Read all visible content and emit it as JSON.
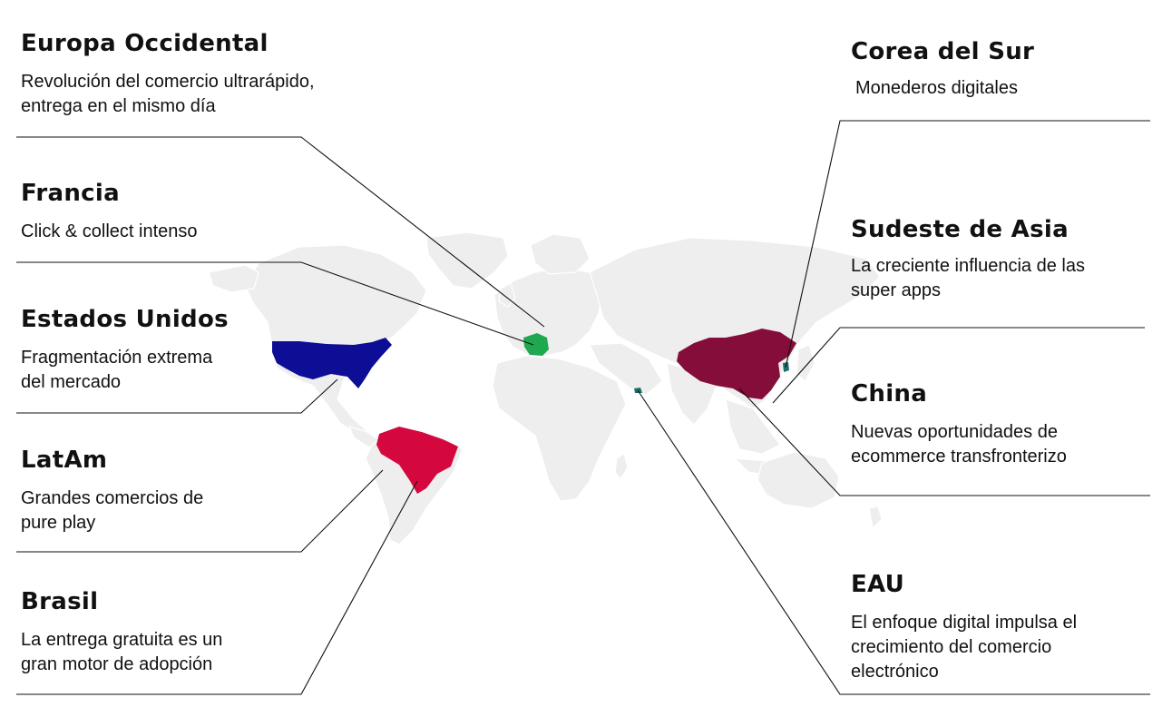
{
  "regions": {
    "europa": {
      "title": "Europa Occidental",
      "desc_lines": [
        "Revolución del comercio ultrarápido,",
        "entrega en el mismo día"
      ]
    },
    "francia": {
      "title": "Francia",
      "desc_lines": [
        "Click & collect intenso"
      ]
    },
    "eeuu": {
      "title": "Estados Unidos",
      "desc_lines": [
        "Fragmentación extrema",
        "del mercado"
      ]
    },
    "latam": {
      "title": "LatAm",
      "desc_lines": [
        "Grandes comercios de",
        "pure play"
      ]
    },
    "brasil": {
      "title": "Brasil",
      "desc_lines": [
        "La entrega gratuita es un",
        "gran motor de adopción"
      ]
    },
    "corea": {
      "title": "Corea del Sur",
      "desc_lines": [
        "Monederos digitales"
      ]
    },
    "sudeste": {
      "title": "Sudeste de Asia",
      "desc_lines": [
        "La creciente influencia de las",
        "super apps"
      ]
    },
    "china": {
      "title": "China",
      "desc_lines": [
        "Nuevas oportunidades de",
        "ecommerce transfronterizo"
      ]
    },
    "eau": {
      "title": "EAU",
      "desc_lines": [
        "El enfoque digital impulsa el",
        "crecimiento del comercio",
        "electrónico"
      ]
    }
  },
  "colors": {
    "land": "#eeeeee",
    "land_border": "#ffffff",
    "usa": "#0d0d96",
    "france": "#1fa84f",
    "brazil": "#d5073f",
    "china": "#840d3a",
    "korea": "#1d6f6a",
    "uae": "#1d6f6a",
    "leader": "#111111"
  }
}
